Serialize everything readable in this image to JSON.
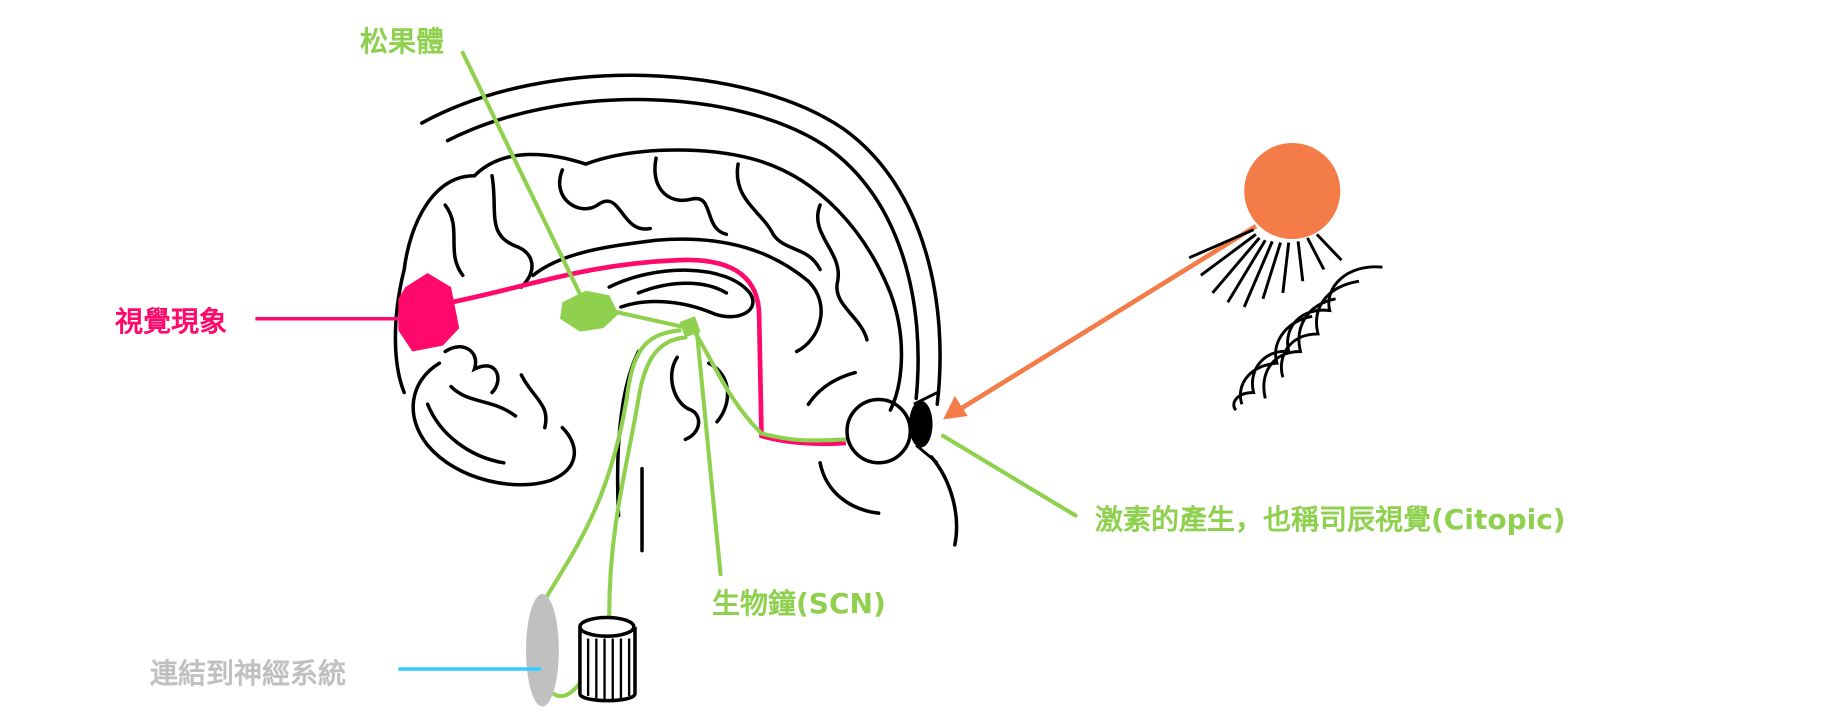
{
  "labels": {
    "pineal": "松果體",
    "visual": "視覺現象",
    "scn": "生物鐘(SCN)",
    "nervous": "連結到神經系統",
    "hormone": "激素的產生，也稱司辰視覺(Citopic)"
  },
  "colors": {
    "green": "#8fd14f",
    "pink": "#ff0a6c",
    "gray": "#c0c0c0",
    "blue": "#33ccff",
    "orange": "#f47c48",
    "outline": "#000000"
  }
}
